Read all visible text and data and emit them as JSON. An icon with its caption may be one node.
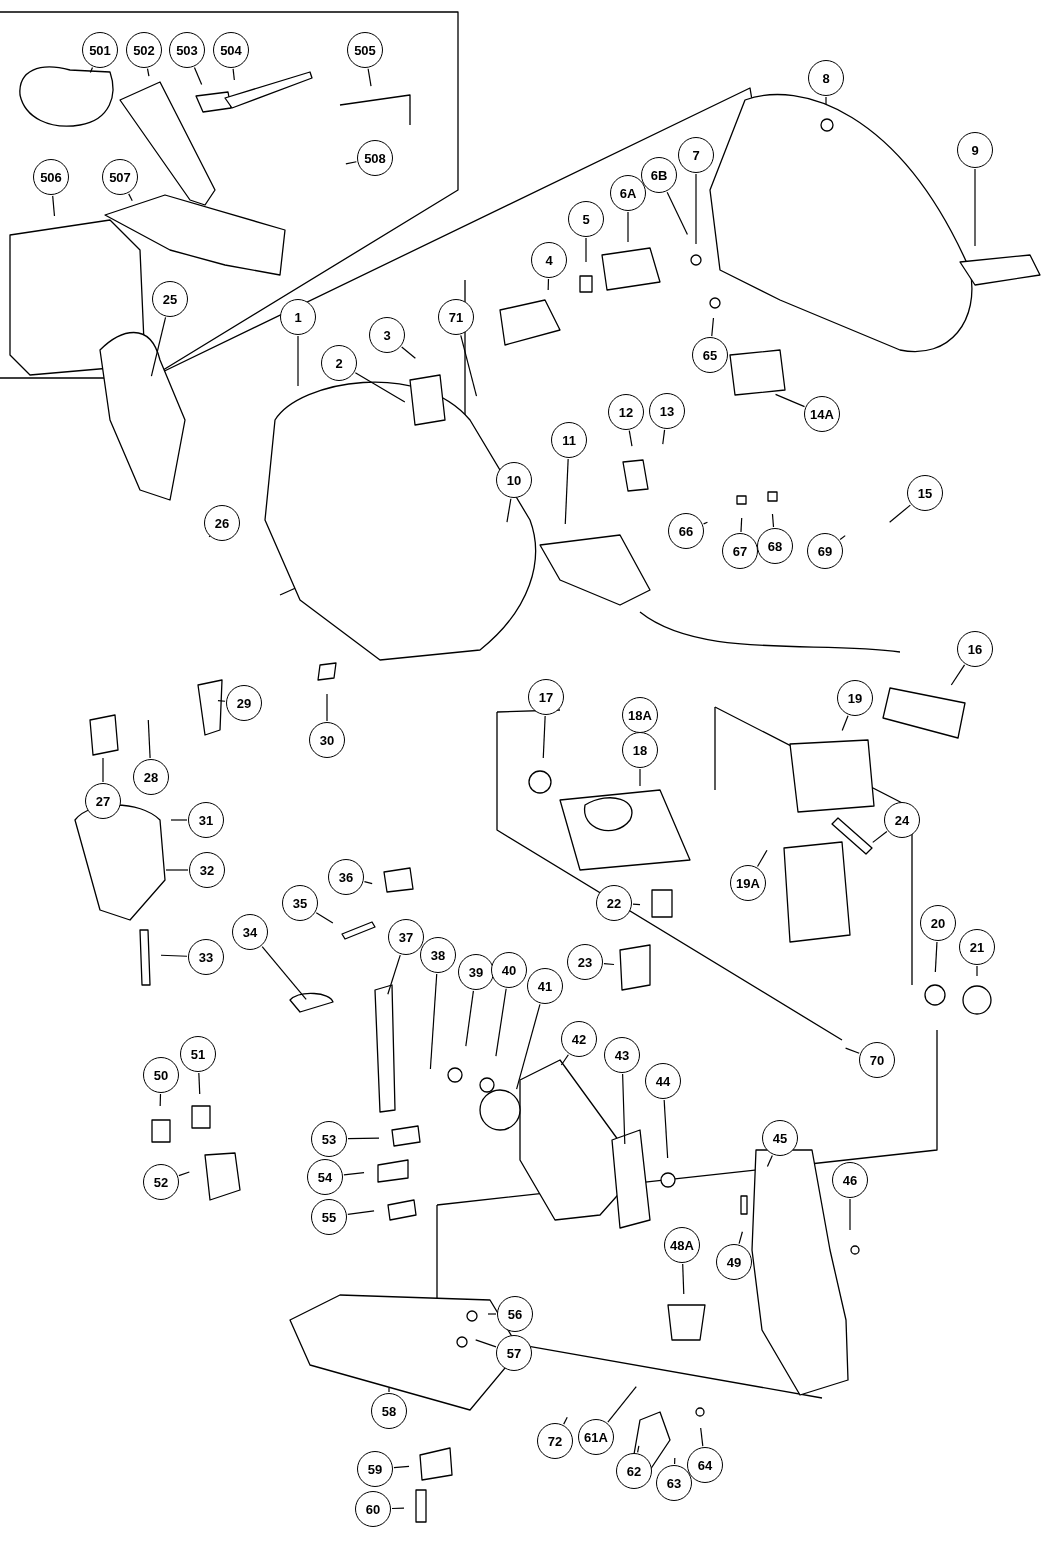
{
  "diagram": {
    "nodes": [
      {
        "text": [
          "501"
        ]
      },
      {
        "text": [
          "502"
        ]
      },
      {
        "text": [
          "503"
        ]
      },
      {
        "text": [
          "504"
        ]
      },
      {
        "text": [
          "505"
        ]
      },
      {
        "text": [
          "506"
        ]
      },
      {
        "text": [
          "507"
        ]
      },
      {
        "text": [
          "508"
        ]
      },
      {
        "text": [
          "8"
        ]
      },
      {
        "text": [
          "9"
        ]
      },
      {
        "text": [
          "7"
        ]
      },
      {
        "text": [
          "6B"
        ]
      },
      {
        "text": [
          "6A"
        ]
      },
      {
        "text": [
          "5"
        ]
      },
      {
        "text": [
          "4"
        ]
      },
      {
        "text": [
          "65"
        ]
      },
      {
        "text": [
          "1"
        ]
      },
      {
        "text": [
          "71"
        ]
      },
      {
        "text": [
          "3"
        ]
      },
      {
        "text": [
          "2"
        ]
      },
      {
        "text": [
          "14A"
        ]
      },
      {
        "text": [
          "13"
        ]
      },
      {
        "text": [
          "12"
        ]
      },
      {
        "text": [
          "11"
        ]
      },
      {
        "text": [
          "10"
        ]
      },
      {
        "text": [
          "66"
        ]
      },
      {
        "text": [
          "67"
        ]
      },
      {
        "text": [
          "68"
        ]
      },
      {
        "text": [
          "69"
        ]
      },
      {
        "text": [
          "15"
        ]
      },
      {
        "text": [
          "16"
        ]
      },
      {
        "text": [
          "25"
        ]
      },
      {
        "text": [
          "26"
        ]
      },
      {
        "text": [
          "29"
        ]
      },
      {
        "text": [
          "30"
        ]
      },
      {
        "text": [
          "28"
        ]
      },
      {
        "text": [
          "27"
        ]
      },
      {
        "text": [
          "17"
        ]
      },
      {
        "text": [
          "18"
        ]
      },
      {
        "text": [
          "19"
        ]
      },
      {
        "text": [
          "24"
        ]
      },
      {
        "text": [
          "19A"
        ]
      },
      {
        "text": [
          "22"
        ]
      },
      {
        "text": [
          "23"
        ]
      },
      {
        "text": [
          "20"
        ]
      },
      {
        "text": [
          "21"
        ]
      },
      {
        "text": [
          "70"
        ]
      },
      {
        "text": [
          "31"
        ]
      },
      {
        "text": [
          "32"
        ]
      },
      {
        "text": [
          "33"
        ]
      },
      {
        "text": [
          "36"
        ]
      },
      {
        "text": [
          "35"
        ]
      },
      {
        "text": [
          "34"
        ]
      },
      {
        "text": [
          "37"
        ]
      },
      {
        "text": [
          "38"
        ]
      },
      {
        "text": [
          "39"
        ]
      },
      {
        "text": [
          "40"
        ]
      },
      {
        "text": [
          "41"
        ]
      },
      {
        "text": [
          "42"
        ]
      },
      {
        "text": [
          "43"
        ]
      },
      {
        "text": [
          "44"
        ]
      },
      {
        "text": [
          "45"
        ]
      },
      {
        "text": [
          "46"
        ]
      },
      {
        "text": [
          "50"
        ]
      },
      {
        "text": [
          "51"
        ]
      },
      {
        "text": [
          "52"
        ]
      },
      {
        "text": [
          "53"
        ]
      },
      {
        "text": [
          "54"
        ]
      },
      {
        "text": [
          "55"
        ]
      },
      {
        "text": [
          "48A"
        ]
      },
      {
        "text": [
          "49"
        ]
      },
      {
        "text": [
          "56"
        ]
      },
      {
        "text": [
          "57"
        ]
      },
      {
        "text": [
          "58"
        ]
      },
      {
        "text": [
          "59"
        ]
      },
      {
        "text": [
          "60"
        ]
      },
      {
        "text": [
          "72"
        ]
      },
      {
        "text": [
          "61A"
        ]
      },
      {
        "text": [
          "62"
        ]
      },
      {
        "text": [
          "63"
        ]
      },
      {
        "text": [
          "64"
        ]
      },
      {
        "text": [
          "18A"
        ]
      }
    ],
    "edges": [
      {
        "from": 0,
        "to": null,
        "arrow": "none"
      },
      {
        "from": 1,
        "to": null,
        "arrow": "none"
      },
      {
        "from": 2,
        "to": null,
        "arrow": "none"
      },
      {
        "from": 3,
        "to": null,
        "arrow": "none"
      },
      {
        "from": 4,
        "to": null,
        "arrow": "none"
      },
      {
        "from": 5,
        "to": null,
        "arrow": "none"
      },
      {
        "from": 6,
        "to": null,
        "arrow": "none"
      },
      {
        "from": 7,
        "to": null,
        "arrow": "none"
      },
      {
        "from": 8,
        "to": null,
        "arrow": "none"
      },
      {
        "from": 9,
        "to": null,
        "arrow": "none"
      },
      {
        "from": 10,
        "to": null,
        "arrow": "none"
      },
      {
        "from": 11,
        "to": null,
        "arrow": "none"
      },
      {
        "from": 12,
        "to": null,
        "arrow": "none"
      },
      {
        "from": 13,
        "to": null,
        "arrow": "none"
      },
      {
        "from": 14,
        "to": null,
        "arrow": "none"
      },
      {
        "from": 15,
        "to": null,
        "arrow": "none"
      },
      {
        "from": 16,
        "to": null,
        "arrow": "none"
      },
      {
        "from": 17,
        "to": null,
        "arrow": "none"
      },
      {
        "from": 18,
        "to": null,
        "arrow": "none"
      },
      {
        "from": 19,
        "to": null,
        "arrow": "none"
      },
      {
        "from": 20,
        "to": null,
        "arrow": "none"
      },
      {
        "from": 21,
        "to": null,
        "arrow": "none"
      },
      {
        "from": 22,
        "to": null,
        "arrow": "none"
      },
      {
        "from": 23,
        "to": null,
        "arrow": "none"
      },
      {
        "from": 24,
        "to": null,
        "arrow": "none"
      },
      {
        "from": 25,
        "to": null,
        "arrow": "none"
      },
      {
        "from": 26,
        "to": null,
        "arrow": "none"
      },
      {
        "from": 27,
        "to": null,
        "arrow": "none"
      },
      {
        "from": 28,
        "to": null,
        "arrow": "none"
      },
      {
        "from": 29,
        "to": null,
        "arrow": "none"
      },
      {
        "from": 30,
        "to": null,
        "arrow": "none"
      },
      {
        "from": 31,
        "to": null,
        "arrow": "none"
      },
      {
        "from": 32,
        "to": null,
        "arrow": "none"
      },
      {
        "from": 33,
        "to": null,
        "arrow": "none"
      },
      {
        "from": 34,
        "to": null,
        "arrow": "none"
      },
      {
        "from": 35,
        "to": null,
        "arrow": "none"
      },
      {
        "from": 36,
        "to": null,
        "arrow": "none"
      },
      {
        "from": 37,
        "to": null,
        "arrow": "none"
      },
      {
        "from": 38,
        "to": null,
        "arrow": "none"
      },
      {
        "from": 39,
        "to": null,
        "arrow": "none"
      },
      {
        "from": 40,
        "to": null,
        "arrow": "none"
      },
      {
        "from": 41,
        "to": null,
        "arrow": "none"
      },
      {
        "from": 42,
        "to": null,
        "arrow": "none"
      },
      {
        "from": 43,
        "to": null,
        "arrow": "none"
      },
      {
        "from": 44,
        "to": null,
        "arrow": "none"
      },
      {
        "from": 45,
        "to": null,
        "arrow": "none"
      },
      {
        "from": 46,
        "to": null,
        "arrow": "none"
      },
      {
        "from": 47,
        "to": null,
        "arrow": "none"
      },
      {
        "from": 48,
        "to": null,
        "arrow": "none"
      },
      {
        "from": 49,
        "to": null,
        "arrow": "none"
      },
      {
        "from": 50,
        "to": null,
        "arrow": "none"
      },
      {
        "from": 51,
        "to": null,
        "arrow": "none"
      },
      {
        "from": 52,
        "to": null,
        "arrow": "none"
      },
      {
        "from": 53,
        "to": null,
        "arrow": "none"
      },
      {
        "from": 54,
        "to": null,
        "arrow": "none"
      },
      {
        "from": 55,
        "to": null,
        "arrow": "none"
      },
      {
        "from": 56,
        "to": null,
        "arrow": "none"
      },
      {
        "from": 57,
        "to": null,
        "arrow": "none"
      },
      {
        "from": 58,
        "to": null,
        "arrow": "none"
      },
      {
        "from": 59,
        "to": null,
        "arrow": "none"
      },
      {
        "from": 60,
        "to": null,
        "arrow": "none"
      },
      {
        "from": 61,
        "to": null,
        "arrow": "none"
      },
      {
        "from": 62,
        "to": null,
        "arrow": "none"
      },
      {
        "from": 63,
        "to": null,
        "arrow": "none"
      },
      {
        "from": 64,
        "to": null,
        "arrow": "none"
      },
      {
        "from": 65,
        "to": null,
        "arrow": "none"
      },
      {
        "from": 66,
        "to": null,
        "arrow": "none"
      },
      {
        "from": 67,
        "to": null,
        "arrow": "none"
      },
      {
        "from": 68,
        "to": null,
        "arrow": "none"
      },
      {
        "from": 69,
        "to": null,
        "arrow": "none"
      },
      {
        "from": 70,
        "to": null,
        "arrow": "none"
      },
      {
        "from": 71,
        "to": null,
        "arrow": "none"
      },
      {
        "from": 72,
        "to": null,
        "arrow": "none"
      },
      {
        "from": 73,
        "to": null,
        "arrow": "none"
      },
      {
        "from": 74,
        "to": null,
        "arrow": "none"
      },
      {
        "from": 75,
        "to": null,
        "arrow": "none"
      },
      {
        "from": 76,
        "to": null,
        "arrow": "none"
      },
      {
        "from": 77,
        "to": null,
        "arrow": "none"
      },
      {
        "from": 78,
        "to": null,
        "arrow": "none"
      },
      {
        "from": 79,
        "to": null,
        "arrow": "none"
      },
      {
        "from": 80,
        "to": null,
        "arrow": "none"
      }
    ]
  }
}
